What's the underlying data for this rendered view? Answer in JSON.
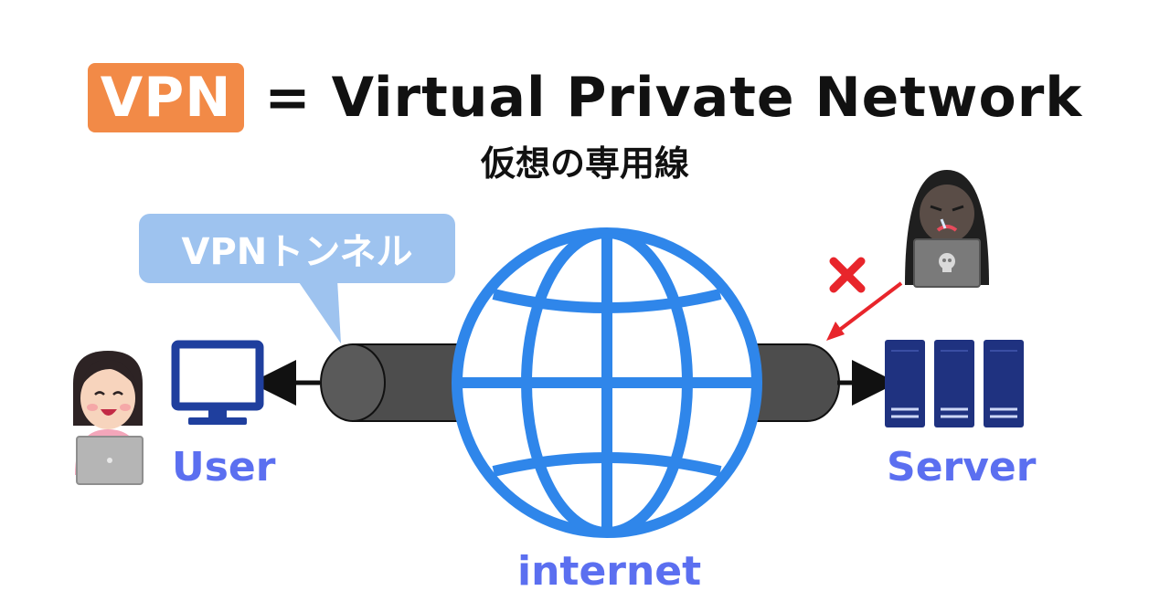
{
  "title": {
    "badge": "VPN",
    "rest": "= Virtual Private Network",
    "subtitle": "仮想の専用線"
  },
  "bubble": {
    "label": "VPNトンネル"
  },
  "nodes": {
    "user_label": "User",
    "server_label": "Server",
    "internet_label": "internet"
  },
  "colors": {
    "badge": "#f28a47",
    "bubble": "#9ec3ef",
    "label": "#5b6ff0",
    "globe": "#2f86ea",
    "tunnel": "#555555",
    "monitor": "#1f3f9e",
    "server": "#1f3280",
    "attack": "#e8252b"
  },
  "icons": [
    "user-woman-icon",
    "monitor-icon",
    "globe-icon",
    "server-icon",
    "hacker-icon",
    "blocked-x-icon"
  ]
}
